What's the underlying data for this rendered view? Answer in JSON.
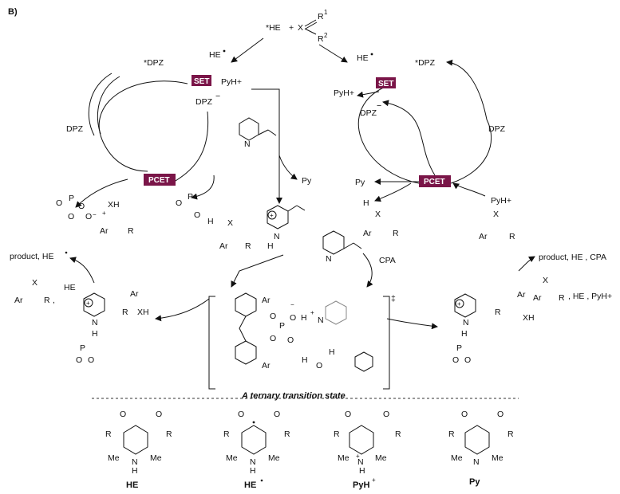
{
  "panel_label": "B)",
  "reactants": {
    "he_star": "*HE",
    "plus": "+",
    "x": "X",
    "r1": "R",
    "r1_sup": "1",
    "r2": "R",
    "r2_sup": "2"
  },
  "tags": {
    "set": "SET",
    "pcet": "PCET"
  },
  "left_cycle": {
    "star_dpz": "*DPZ",
    "he_radical": "HE",
    "pyh": "PyH+",
    "dpz_anion": "DPZ",
    "dpz_anion_sign": "−",
    "dpz": "DPZ"
  },
  "right_cycle": {
    "star_dpz": "*DPZ",
    "he_radical": "HE",
    "pyh": "PyH+",
    "dpz_anion": "DPZ",
    "dpz_anion_sign": "−",
    "dpz": "DPZ"
  },
  "misc": {
    "py_left": "Py",
    "py_right": "Py",
    "pyh_right": "PyH+",
    "cpa": "CPA",
    "he": "HE",
    "product_left": "product, HE",
    "product_right": "product, HE , CPA",
    "he_pyh": ", HE , PyH+",
    "ar": "Ar",
    "r": "R",
    "x": "X",
    "h": "H",
    "xh": "XH",
    "o": "O",
    "p": "P",
    "n": "N",
    "plus_sign": "+",
    "minus_sign": "−",
    "comma": ","
  },
  "ts_label": "A ternary transition state",
  "ts_dagger": "‡",
  "bottom": {
    "he": {
      "name": "HE",
      "me": "Me",
      "r": "R"
    },
    "he_rad": {
      "name": "HE",
      "me": "Me",
      "r": "R"
    },
    "pyh": {
      "name": "PyH",
      "sup": "+",
      "me": "Me",
      "r": "R"
    },
    "py": {
      "name": "Py",
      "me": "Me",
      "r": "R"
    }
  }
}
